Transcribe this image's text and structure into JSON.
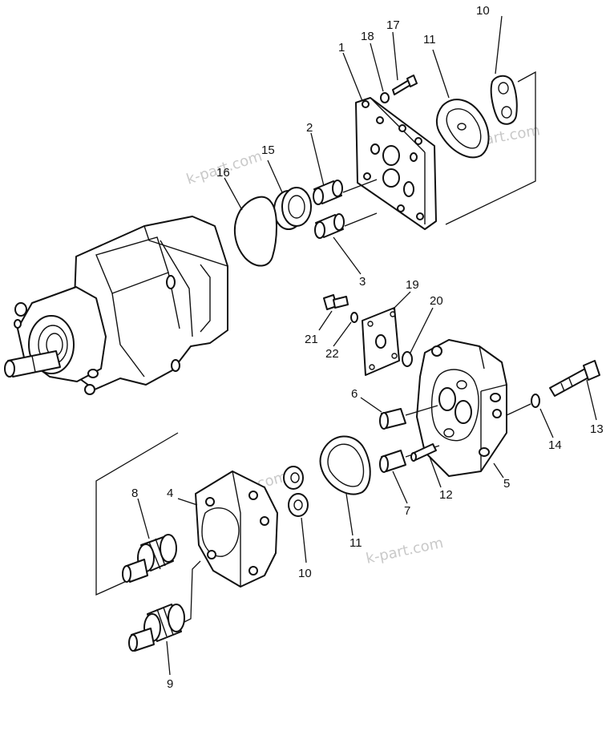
{
  "watermarks": [
    "k-part.com",
    "k-part.com",
    "k-part.com",
    "k-part.com"
  ],
  "callouts": {
    "c1": "1",
    "c2": "2",
    "c3": "3",
    "c4": "4",
    "c5": "5",
    "c6": "6",
    "c7": "7",
    "c8": "8",
    "c9": "9",
    "c10a": "10",
    "c10b": "10",
    "c11a": "11",
    "c11b": "11",
    "c12": "12",
    "c13": "13",
    "c14": "14",
    "c15": "15",
    "c16": "16",
    "c17": "17",
    "c18": "18",
    "c19": "19",
    "c20": "20",
    "c21": "21",
    "c22": "22"
  }
}
